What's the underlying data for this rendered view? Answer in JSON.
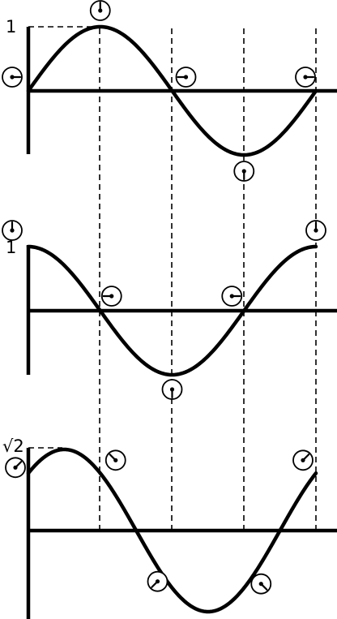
{
  "panels": [
    {
      "id": "sine",
      "peak_label": "1",
      "function": "sin",
      "dial_angles_deg": [
        0,
        90,
        180,
        270,
        360
      ]
    },
    {
      "id": "cosine",
      "peak_label": "1",
      "function": "cos",
      "dial_angles_deg": [
        90,
        180,
        270,
        360,
        450
      ]
    },
    {
      "id": "sum",
      "peak_label": "√2",
      "function": "sin_plus_cos",
      "dial_angles_deg": [
        45,
        135,
        225,
        315,
        405
      ]
    }
  ]
}
